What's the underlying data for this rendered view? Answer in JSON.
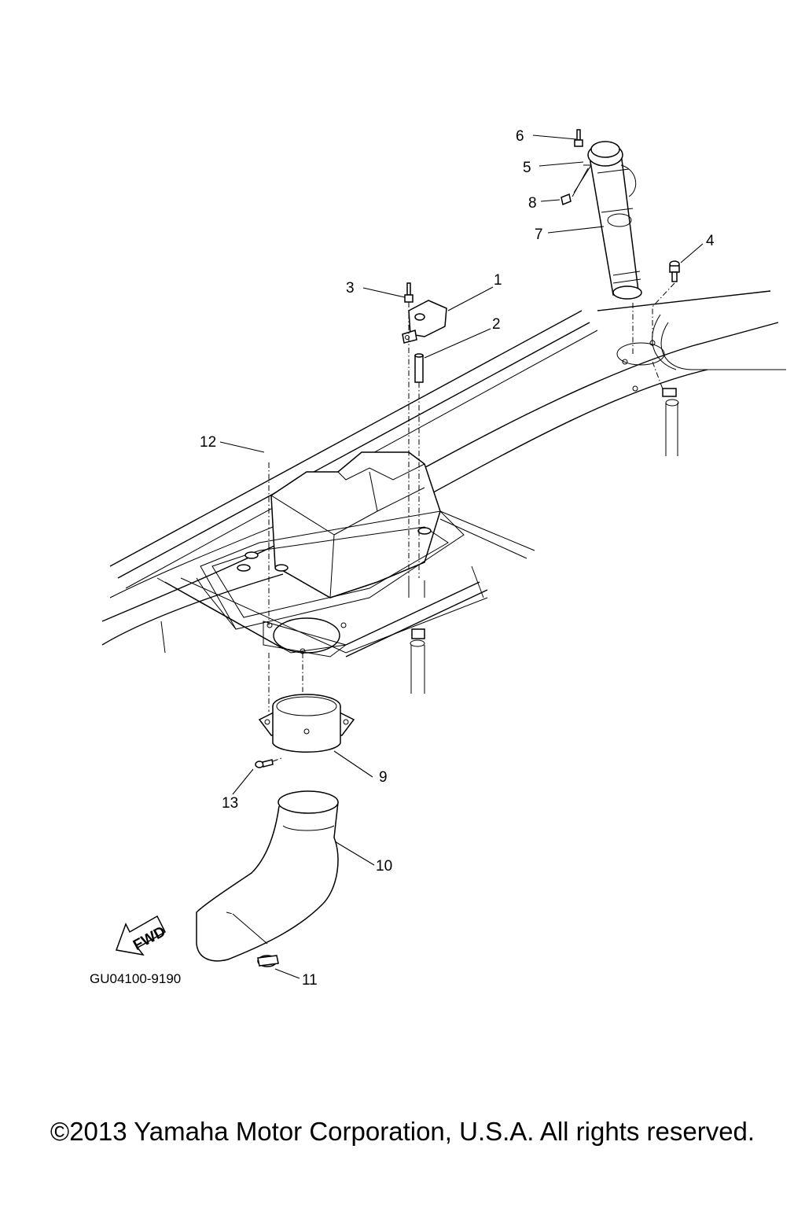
{
  "callouts": [
    {
      "id": "1",
      "text": "1"
    },
    {
      "id": "2",
      "text": "2"
    },
    {
      "id": "3",
      "text": "3"
    },
    {
      "id": "4",
      "text": "4"
    },
    {
      "id": "5",
      "text": "5"
    },
    {
      "id": "6",
      "text": "6"
    },
    {
      "id": "7",
      "text": "7"
    },
    {
      "id": "8",
      "text": "8"
    },
    {
      "id": "9",
      "text": "9"
    },
    {
      "id": "10",
      "text": "10"
    },
    {
      "id": "11",
      "text": "11"
    },
    {
      "id": "12",
      "text": "12"
    },
    {
      "id": "13",
      "text": "13"
    }
  ],
  "direction_arrow": {
    "text": "FWD"
  },
  "drawing_code": "GU04100-9190",
  "copyright": "©2013 Yamaha Motor Corporation, U.S.A. All rights reserved."
}
